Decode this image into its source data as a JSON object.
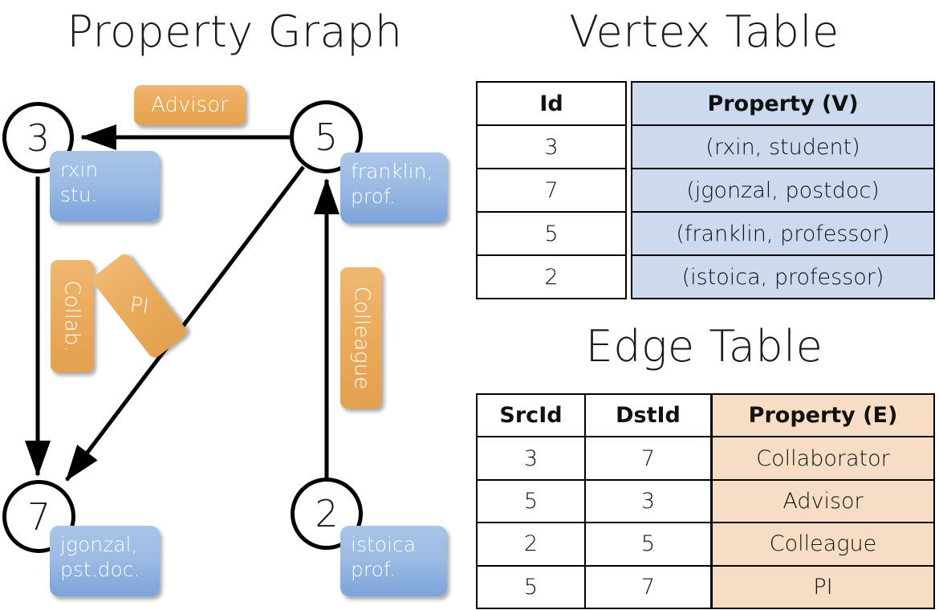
{
  "titles": {
    "property_graph": "Property Graph",
    "vertex_table": "Vertex Table",
    "edge_table": "Edge Table"
  },
  "graph": {
    "nodes": [
      {
        "id": "3",
        "label": "rxin\nstu."
      },
      {
        "id": "5",
        "label": "franklin,\nprof."
      },
      {
        "id": "7",
        "label": "jgonzal,\npst.doc."
      },
      {
        "id": "2",
        "label": "istoica\nprof."
      }
    ],
    "node_labels": {
      "n3_line1": "rxin",
      "n3_line2": "stu.",
      "n5_line1": "franklin,",
      "n5_line2": "prof.",
      "n7_line1": "jgonzal,",
      "n7_line2": "pst.doc.",
      "n2_line1": "istoica",
      "n2_line2": "prof."
    },
    "node_ids": {
      "n3": "3",
      "n5": "5",
      "n7": "7",
      "n2": "2"
    },
    "edge_labels": {
      "advisor": "Advisor",
      "collab": "Collab.",
      "pi": "PI",
      "colleague": "Colleague"
    },
    "edges": [
      {
        "from": "5",
        "to": "3",
        "label": "Advisor"
      },
      {
        "from": "3",
        "to": "7",
        "label": "Collab."
      },
      {
        "from": "5",
        "to": "7",
        "label": "PI"
      },
      {
        "from": "2",
        "to": "5",
        "label": "Colleague"
      }
    ]
  },
  "vertex_table": {
    "headers": [
      "Id",
      "Property (V)"
    ],
    "rows": [
      [
        "3",
        "(rxin, student)"
      ],
      [
        "7",
        "(jgonzal, postdoc)"
      ],
      [
        "5",
        "(franklin, professor)"
      ],
      [
        "2",
        "(istoica, professor)"
      ]
    ]
  },
  "edge_table": {
    "headers": [
      "SrcId",
      "DstId",
      "Property (E)"
    ],
    "rows": [
      [
        "3",
        "7",
        "Collaborator"
      ],
      [
        "5",
        "3",
        "Advisor"
      ],
      [
        "2",
        "5",
        "Colleague"
      ],
      [
        "5",
        "7",
        "PI"
      ]
    ]
  },
  "colors": {
    "vertex_box": "#9dbbe4",
    "edge_box": "#eaaa5b",
    "vertex_table_fill": "#ccd9ef",
    "edge_table_fill": "#f6ddc3",
    "stroke": "#000000"
  }
}
